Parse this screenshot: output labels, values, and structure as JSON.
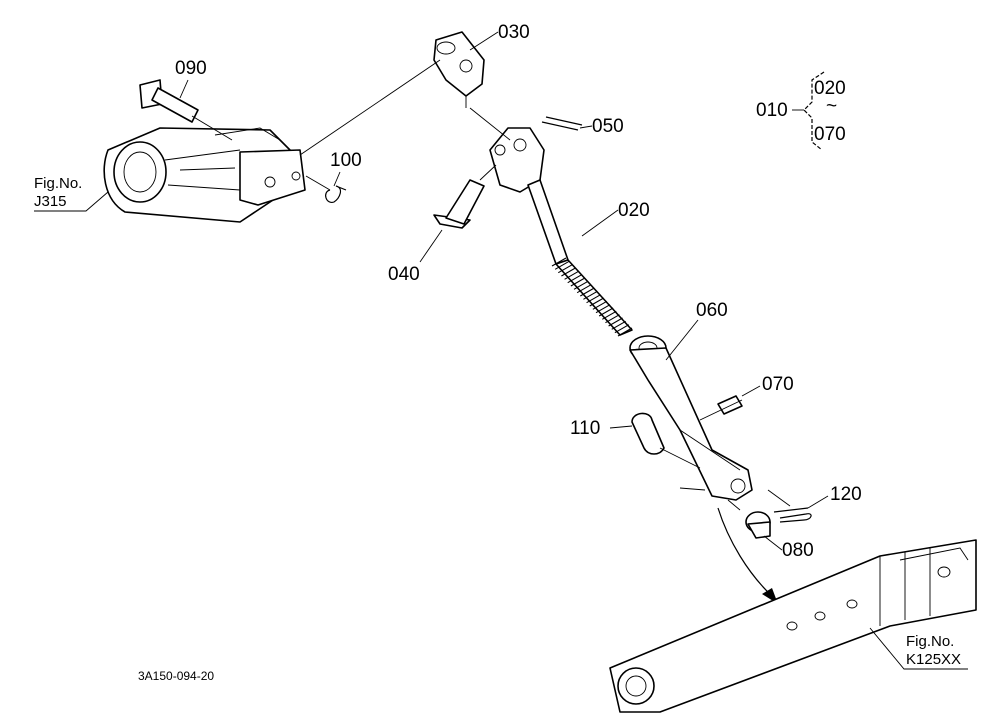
{
  "parts": [
    {
      "id": "030",
      "label": "030"
    },
    {
      "id": "090",
      "label": "090"
    },
    {
      "id": "050",
      "label": "050"
    },
    {
      "id": "100",
      "label": "100"
    },
    {
      "id": "020",
      "label": "020"
    },
    {
      "id": "040",
      "label": "040"
    },
    {
      "id": "060",
      "label": "060"
    },
    {
      "id": "070",
      "label": "070"
    },
    {
      "id": "110",
      "label": "110"
    },
    {
      "id": "120",
      "label": "120"
    },
    {
      "id": "080",
      "label": "080"
    }
  ],
  "assembly": {
    "parent": "010",
    "range_from": "020",
    "range_symbol": "~",
    "range_to": "070"
  },
  "figure_refs": [
    {
      "line1": "Fig.No.",
      "line2": "J315"
    },
    {
      "line1": "Fig.No.",
      "line2": "K125XX"
    }
  ],
  "drawing_code": "3A150-094-20"
}
